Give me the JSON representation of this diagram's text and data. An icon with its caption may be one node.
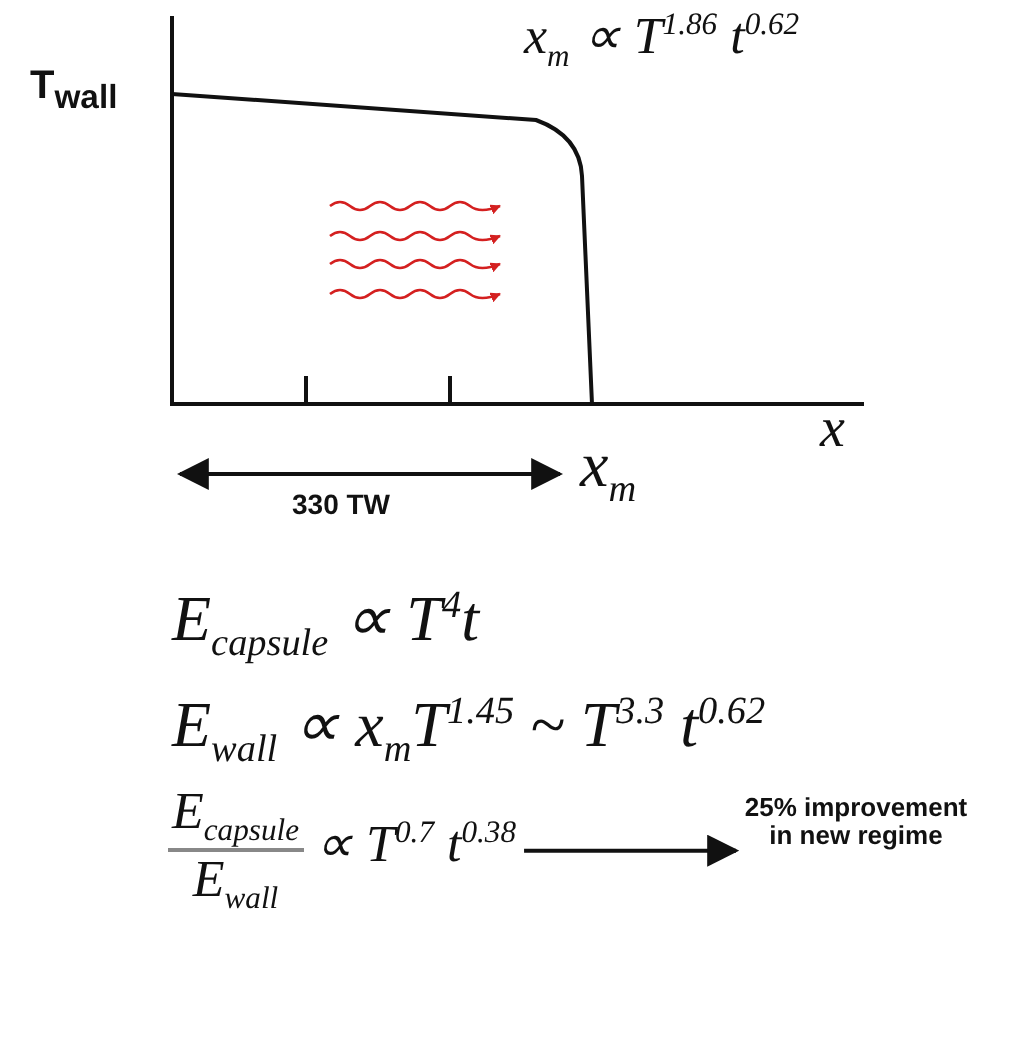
{
  "diagram": {
    "nodes": [
      {
        "text": [
          "E$_{capsule}$",
          "E$_{wall}$",
          "∝ T$^{0.7}$ t$^{0.38}$"
        ]
      },
      {
        "text": [
          "25% improvement in new regime"
        ]
      }
    ],
    "edges": [
      {
        "from": 0,
        "to": 1,
        "arrow": "to"
      }
    ],
    "labels": [
      "T$_{wall}$",
      "x$_{m}$ ∝ T$^{1.86}$ t$^{0.62}$",
      "x",
      "x$_{m}$",
      "330 TW",
      "E$_{capsule}$ ∝ T$^{4}$t",
      "E$_{wall}$ ∝ x$_{m}$T$^{1.45}$ ~ T$^{3.3}$ t$^{0.62}$"
    ]
  }
}
